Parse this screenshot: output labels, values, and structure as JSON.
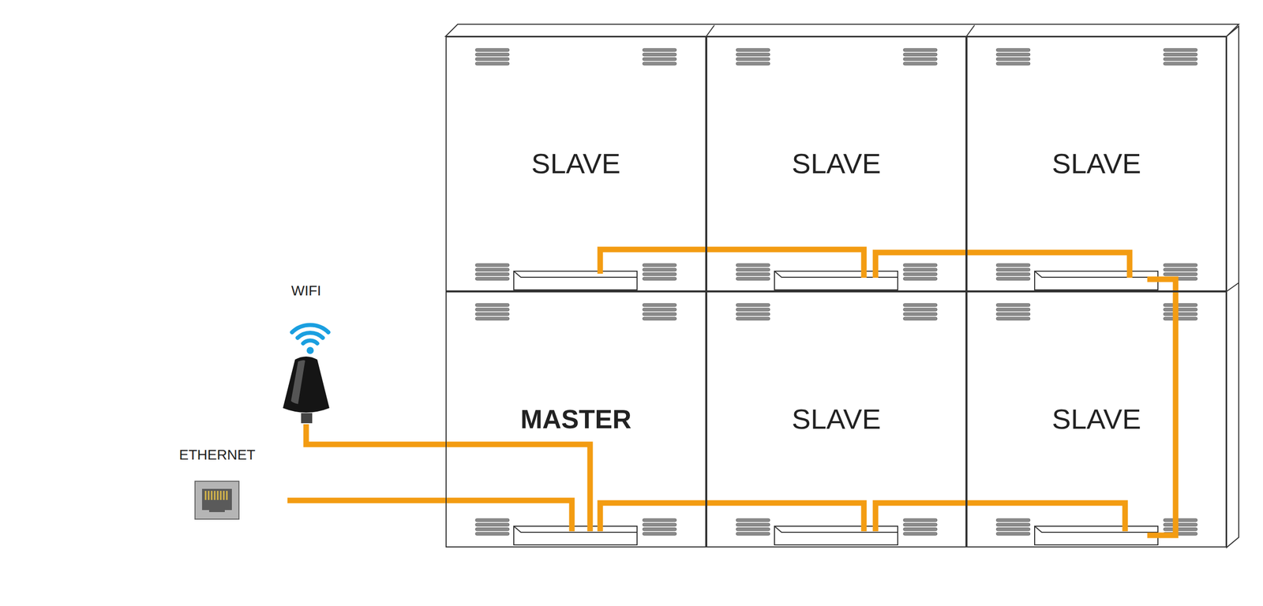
{
  "diagram": {
    "nodes": [
      {
        "text": [
          "SLAVE"
        ]
      },
      {
        "text": [
          "SLAVE"
        ]
      },
      {
        "text": [
          "SLAVE"
        ]
      },
      {
        "text": [
          "WIFI"
        ]
      },
      {
        "text": [
          "ETHERNET"
        ]
      },
      {
        "text": [
          "MASTER"
        ]
      },
      {
        "text": [
          "SLAVE"
        ]
      },
      {
        "text": [
          "SLAVE"
        ]
      }
    ],
    "edges": [
      {
        "from": 4,
        "to": 5,
        "arrow": "none"
      },
      {
        "from": 3,
        "to": 5,
        "arrow": "none"
      },
      {
        "from": 5,
        "to": 6,
        "arrow": "none"
      },
      {
        "from": 6,
        "to": 7,
        "arrow": "none"
      },
      {
        "from": 7,
        "to": 2,
        "arrow": "none"
      },
      {
        "from": 2,
        "to": 1,
        "arrow": "none"
      },
      {
        "from": 1,
        "to": 0,
        "arrow": "none"
      }
    ]
  }
}
